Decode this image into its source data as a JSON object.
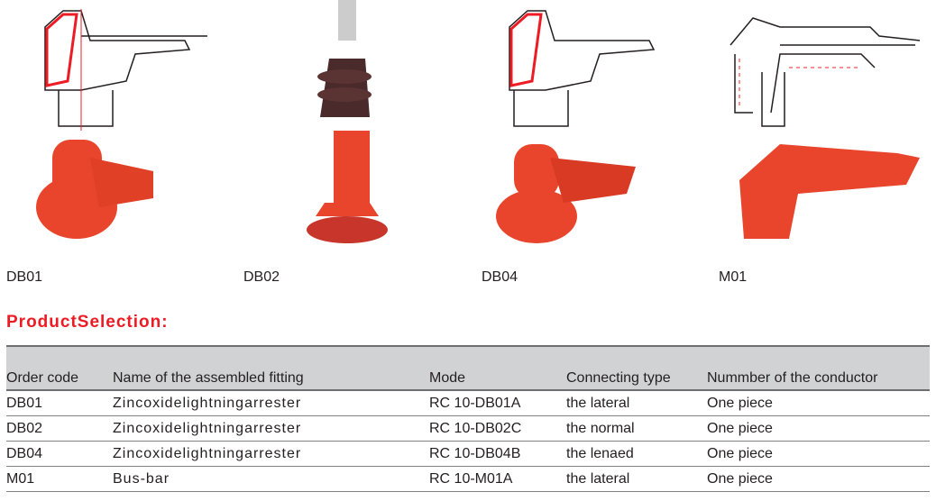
{
  "products": [
    {
      "code": "DB01"
    },
    {
      "code": "DB02"
    },
    {
      "code": "DB04"
    },
    {
      "code": "M01"
    }
  ],
  "section_title": "ProductSelection:",
  "table": {
    "headers": [
      "Order code",
      "Name of the assembled fitting",
      "Mode",
      "Connecting type",
      "Nummber of the conductor"
    ],
    "rows": [
      [
        "DB01",
        "Zincoxidelightningarrester",
        "RC 10-DB01A",
        "the lateral",
        "One piece"
      ],
      [
        "DB02",
        "Zincoxidelightningarrester",
        "RC 10-DB02C",
        "the normal",
        "One piece"
      ],
      [
        "DB04",
        "Zincoxidelightningarrester",
        "RC 10-DB04B",
        "the lenaed",
        "One piece"
      ],
      [
        "M01",
        "Bus-bar",
        "RC 10-M01A",
        "the lateral",
        "One piece"
      ]
    ]
  },
  "colors": {
    "accent": "#ed1c24",
    "product": "#e8452c",
    "header_bg": "#d1d2d4"
  }
}
